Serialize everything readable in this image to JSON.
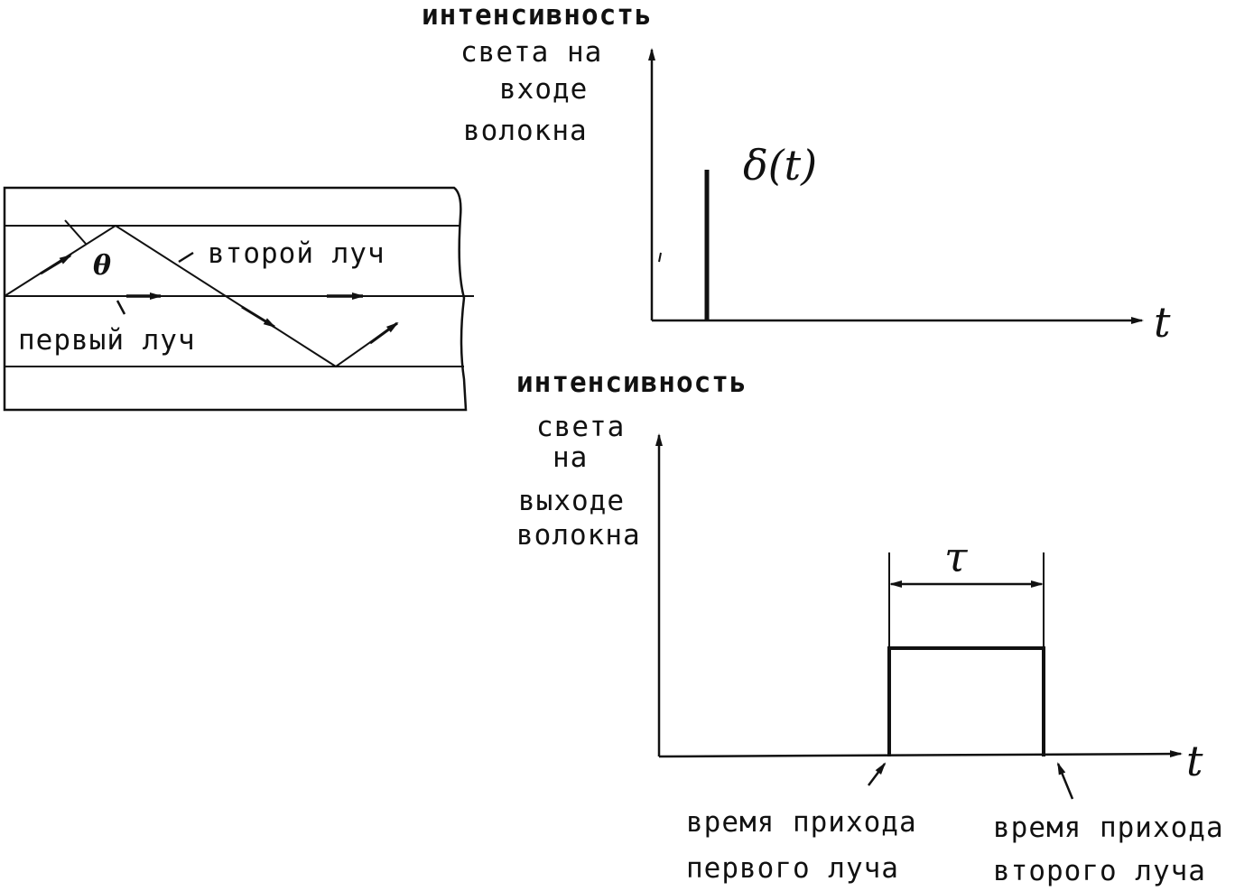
{
  "fiber": {
    "angle_symbol": "θ",
    "ray2_label": "второй луч",
    "ray1_label": "первый луч"
  },
  "input_graph": {
    "ylabel": [
      "интенсивность",
      "света на",
      "входе",
      "волокна"
    ],
    "pulse_label": "δ(t)",
    "x_axis_label": "t"
  },
  "output_graph": {
    "ylabel": [
      "интенсивность",
      "света",
      "на",
      "выходе",
      "волокна"
    ],
    "width_label": "τ",
    "x_axis_label": "t",
    "first_arrival": [
      "время прихода",
      "первого луча"
    ],
    "second_arrival": [
      "время прихода",
      "второго луча"
    ]
  }
}
